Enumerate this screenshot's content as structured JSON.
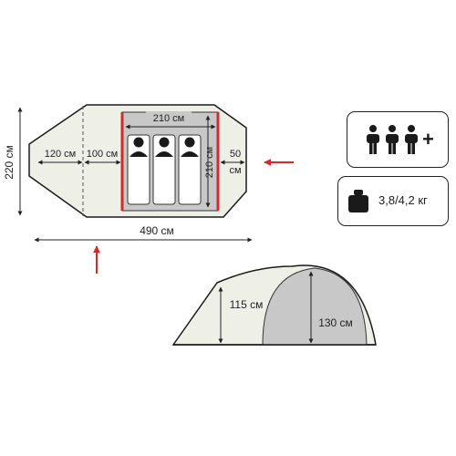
{
  "dimensions": {
    "total_width": "220 см",
    "total_length": "490 см",
    "vestibule_length": "120 см",
    "middle_section_length": "100 см",
    "inner_tent_length": "210 см",
    "inner_tent_width": "210 см",
    "rear_vestibule": "50",
    "rear_vestibule_unit": "см",
    "entrance_height": "115 см",
    "inner_height": "130 см"
  },
  "capacity": {
    "persons": 3,
    "plus": "+"
  },
  "weight": {
    "label": "3,8/4,2 кг"
  },
  "colors": {
    "outline": "#1a1a1a",
    "floor_fill": "#eef0e8",
    "inner_fill": "#c8c8c8",
    "accent_red": "#d42a2a",
    "sleeper_fill": "#ffffff"
  }
}
